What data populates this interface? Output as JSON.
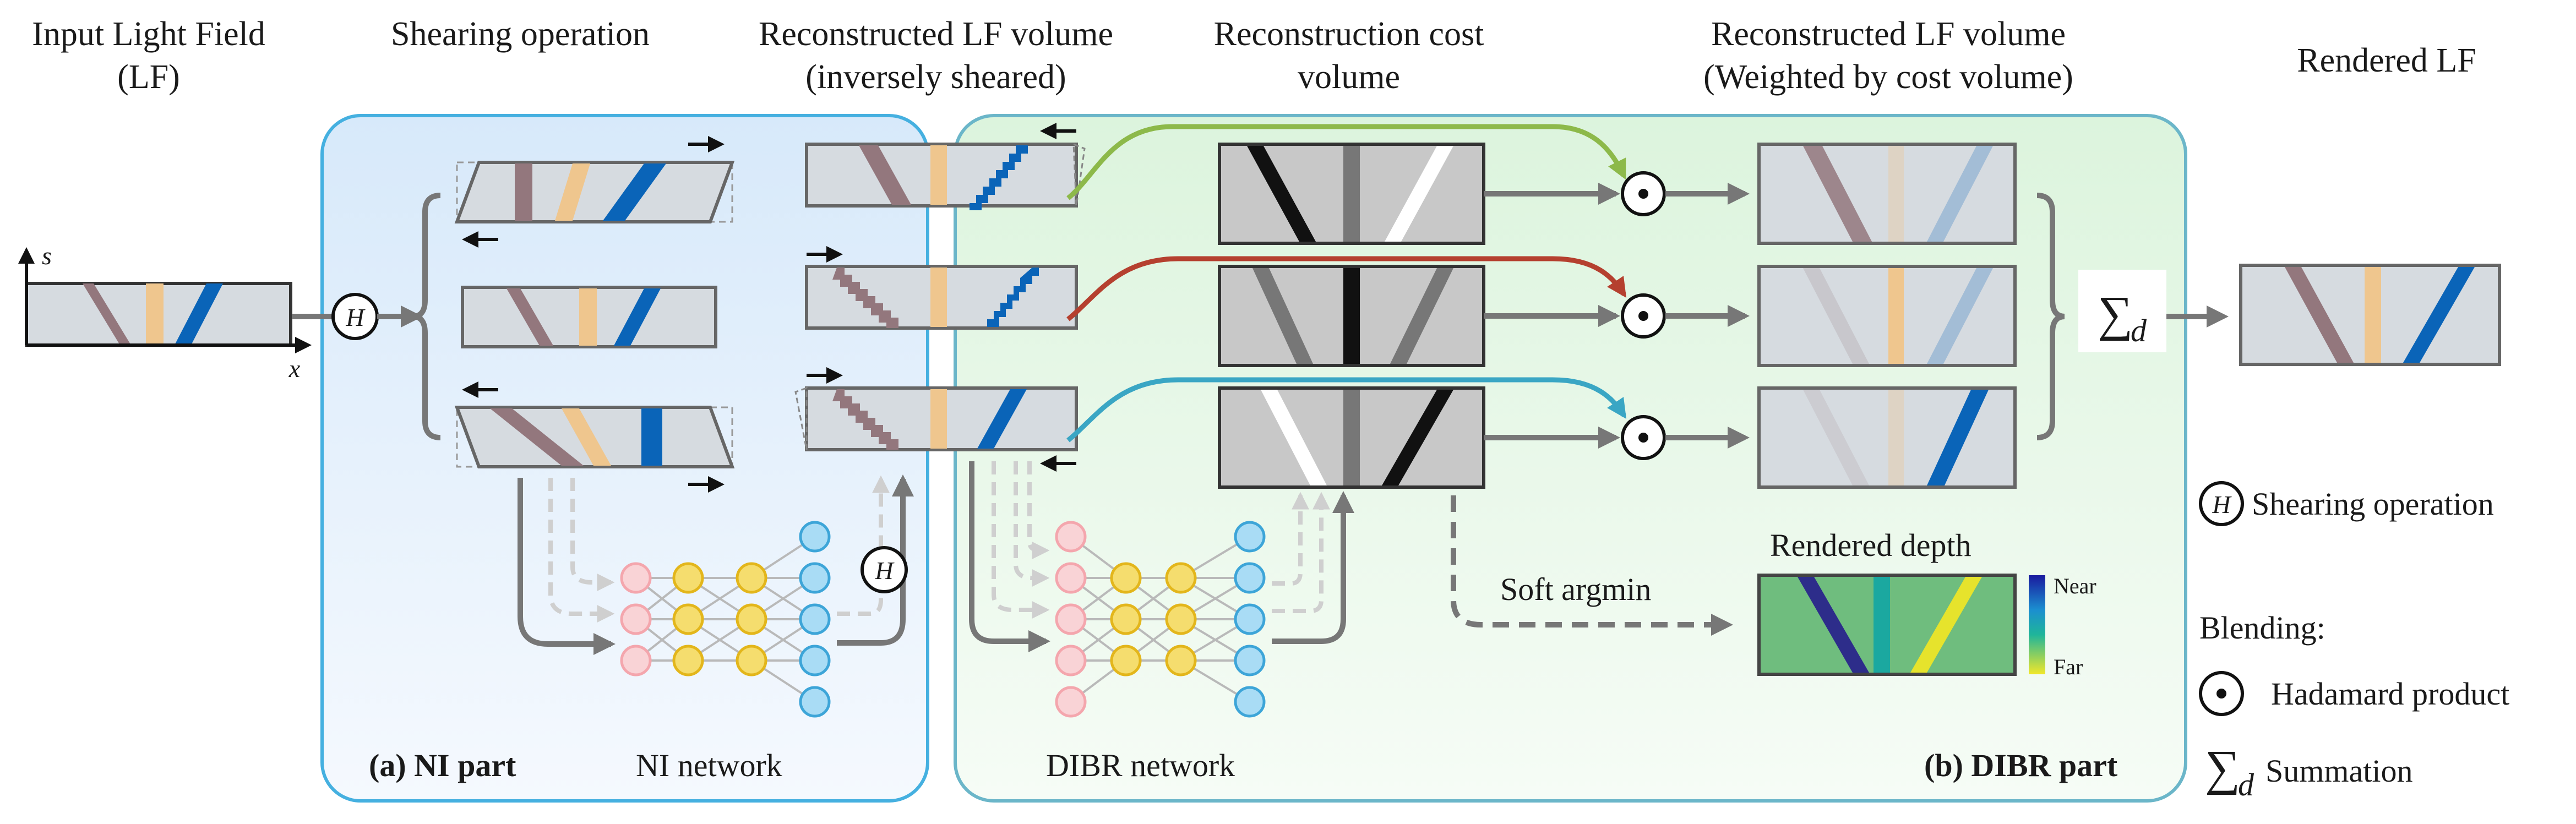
{
  "headers": {
    "input_lf": [
      "Input Light Field",
      "(LF)"
    ],
    "shearing": [
      "Shearing operation"
    ],
    "recon_lf": [
      "Reconstructed LF volume",
      "(inversely sheared)"
    ],
    "cost": [
      "Reconstruction cost",
      "volume"
    ],
    "weighted": [
      "Reconstructed LF volume",
      "(Weighted by cost volume)"
    ],
    "rendered": [
      "Rendered LF"
    ]
  },
  "axes": {
    "s": "s",
    "x": "x"
  },
  "panels": {
    "ni": {
      "title": "(a) NI part",
      "network": "NI network"
    },
    "dibr": {
      "title": "(b) DIBR part",
      "network": "DIBR network"
    }
  },
  "sum_label": "d",
  "shear_symbol": "H",
  "soft_argmin": "Soft argmin",
  "rendered_depth": {
    "title": "Rendered depth",
    "near": "Near",
    "far": "Far"
  },
  "legend": {
    "shearing": "Shearing operation",
    "blending": "Blending:",
    "hadamard": "Hadamard product",
    "summation": "Summation"
  },
  "colors": {
    "mauve": "#93777d",
    "tan": "#efc68e",
    "blue": "#0a64b8",
    "gray_bg": "#d6dbe0",
    "arrow_green": "#8db94a",
    "arrow_red": "#b5402f",
    "arrow_teal": "#3aa6c4",
    "depth_green": "#6fbd7e",
    "depth_navy": "#2d2d8a",
    "depth_teal": "#1ba8a0",
    "depth_yellow": "#e6e32c",
    "ni_panel": "#e5f0fb",
    "dibr_panel": "#e9f8ea"
  }
}
